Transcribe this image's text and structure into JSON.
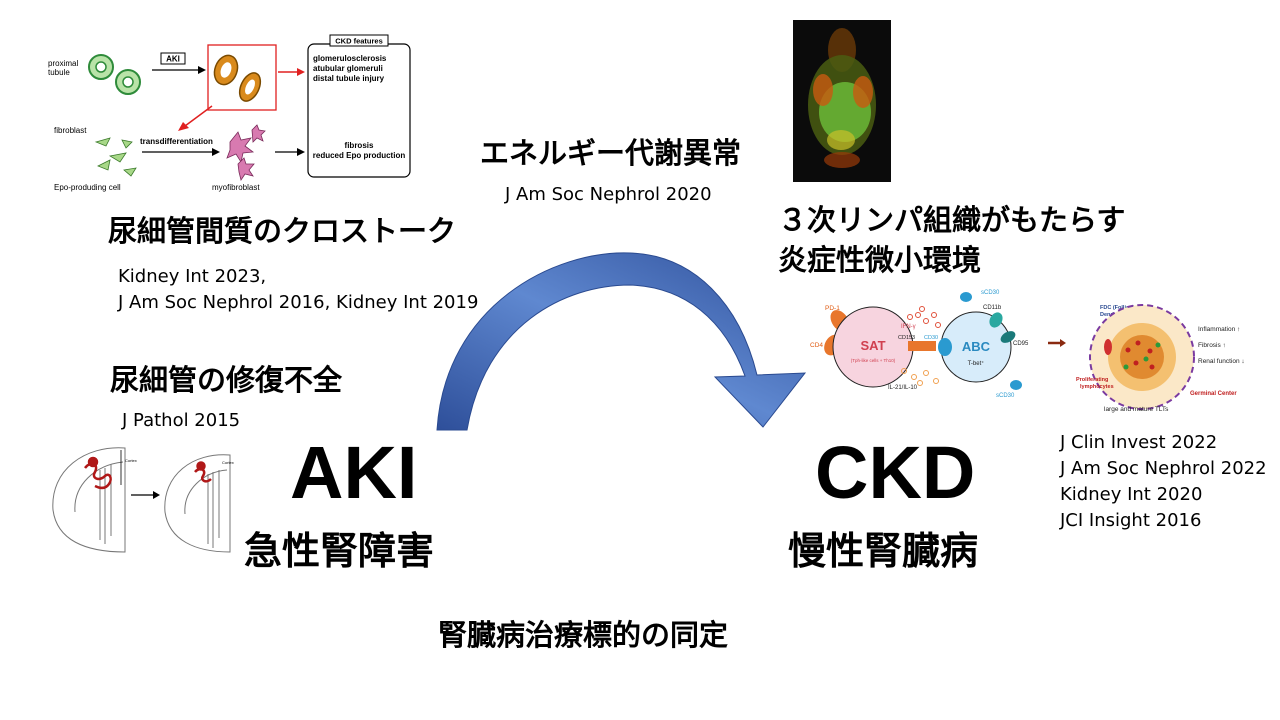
{
  "aki": {
    "title": "AKI",
    "subtitle": "急性腎障害",
    "crosstalk_heading": "尿細管間質のクロストーク",
    "crosstalk_refs": [
      "Kidney Int 2023,",
      "J Am Soc Nephrol 2016, Kidney Int 2019"
    ],
    "repair_heading": "尿細管の修復不全",
    "repair_ref": "J Pathol 2015"
  },
  "ckd": {
    "title": "CKD",
    "subtitle": "慢性腎臓病",
    "energy_heading": "エネルギー代謝異常",
    "energy_ref": "J Am Soc Nephrol 2020",
    "tls_heading_line1": "３次リンパ組織がもたらす",
    "tls_heading_line2": "炎症性微小環境",
    "tls_refs": [
      "J Clin Invest 2022",
      "J Am Soc Nephrol 2022",
      "Kidney Int 2020",
      "JCI Insight 2016"
    ]
  },
  "footer": "腎臓病治療標的の同定",
  "colors": {
    "arrow_dark": "#2e4f9a",
    "arrow_light": "#5f88d0",
    "red_arrow": "#e02020"
  },
  "fig1": {
    "proximal": [
      "proximal",
      "tubule"
    ],
    "aki_box": "AKI",
    "ckd_box": "CKD features",
    "features": [
      "glomerulosclerosis",
      "atubular glomeruli",
      "distal tubule injury"
    ],
    "fibroblast": "fibroblast",
    "transdiff": "transdifferentiation",
    "epo_cell": "Epo-produding cell",
    "myofibroblast": "myofibroblast",
    "fibrosis": [
      "fibrosis",
      "reduced Epo production"
    ]
  },
  "fig_kidney": {
    "cortex": "Cortex"
  },
  "fig_tls": {
    "pd1": "PD-1",
    "cd4": "CD4",
    "sat": "SAT",
    "sat_sub": "(Tph-like cells + Th10)",
    "ifn": "IFN-γ",
    "cd153": "CD153",
    "cd30": "CD30",
    "il": "IL-21/IL-10",
    "abc": "ABC",
    "tbet": "T-bet⁺",
    "cd11b": "CD11b",
    "cd95": "CD95",
    "scd30a": "sCD30",
    "scd30b": "sCD30",
    "fdc": [
      "FDC (Follicular",
      "Dendritic Cells)"
    ],
    "outcomes": [
      "Inflammation ↑",
      "Fibrosis ↑",
      "Renal function ↓"
    ],
    "prolif": [
      "Proliferating",
      "lymphocytes"
    ],
    "gc": "Germinal Center",
    "caption": "large and mature TLTs"
  }
}
